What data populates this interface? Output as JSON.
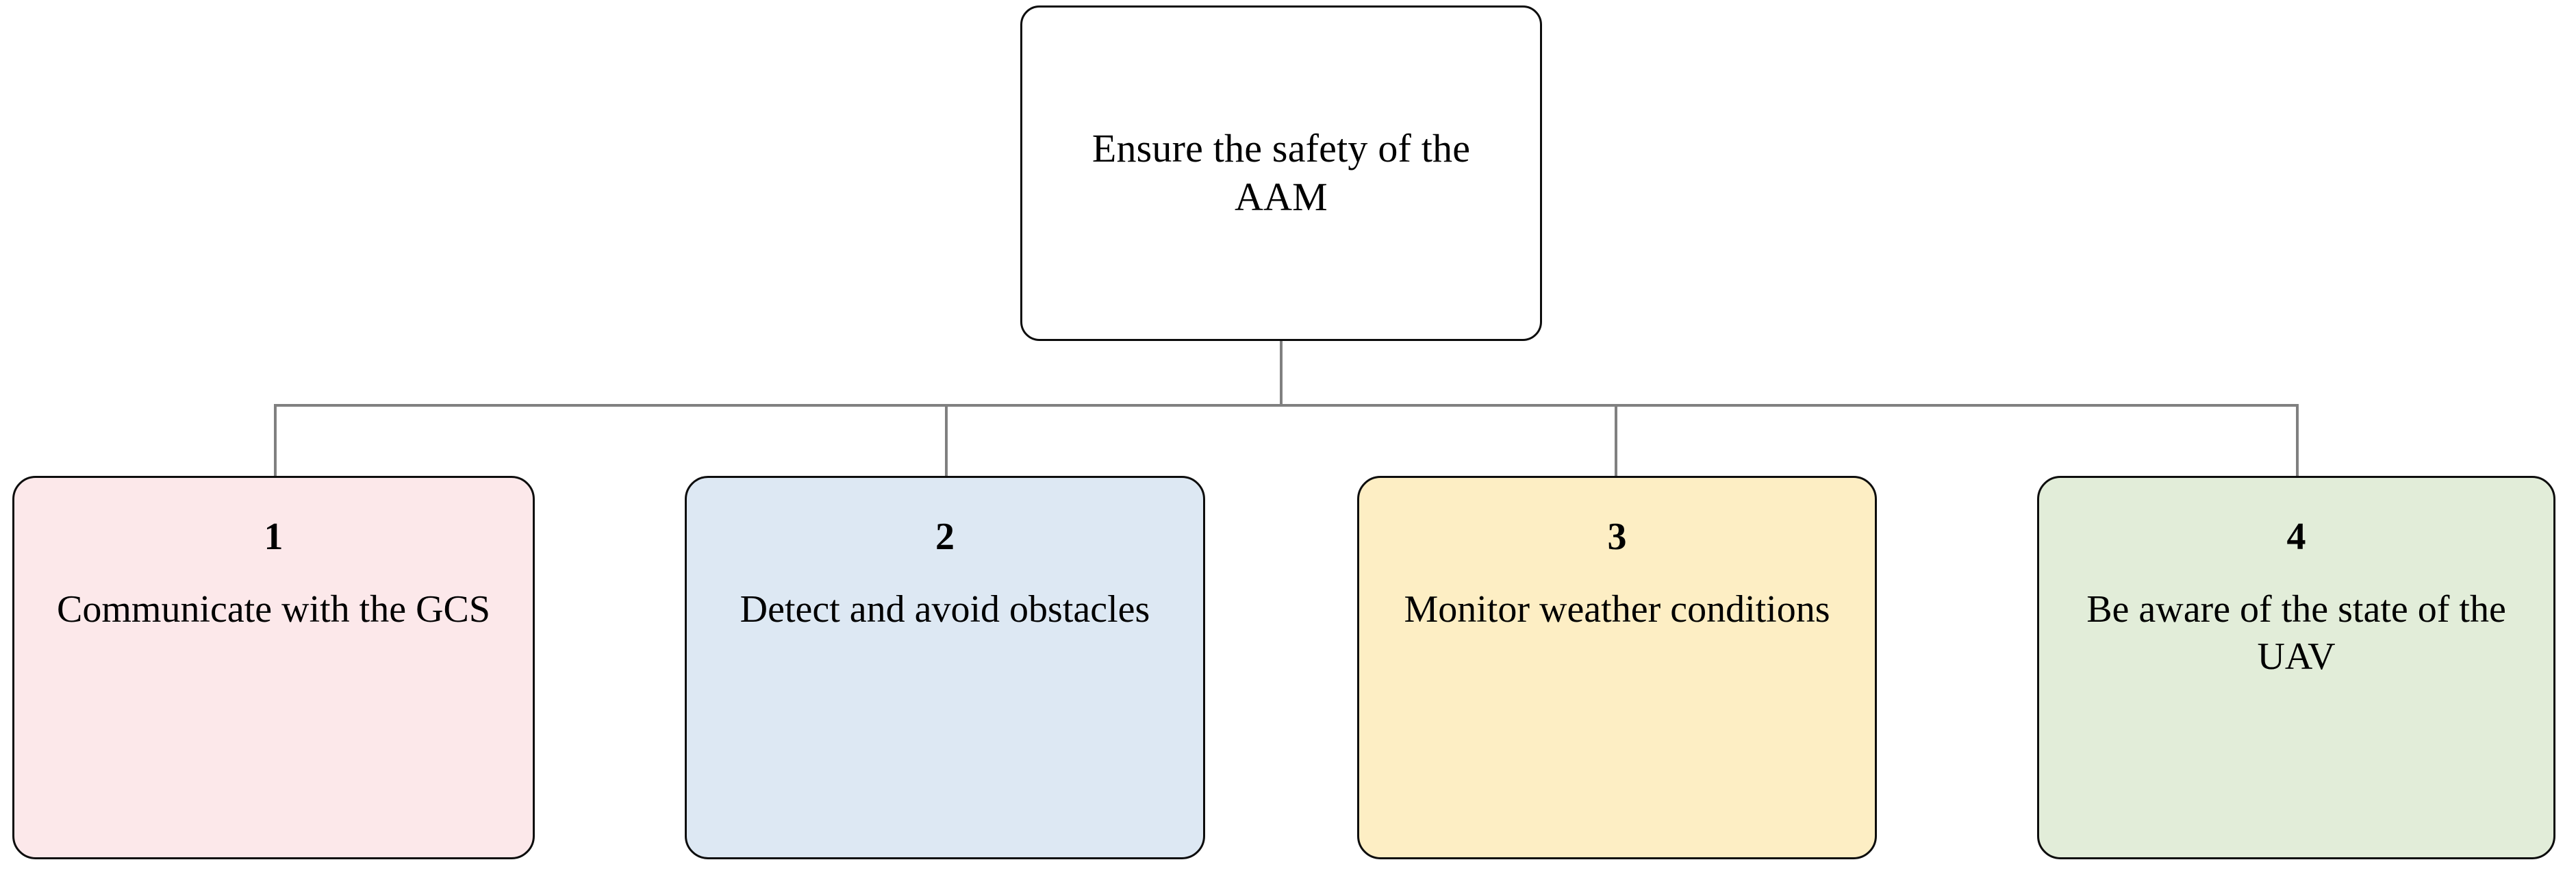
{
  "diagram": {
    "type": "hierarchy-tree",
    "root": {
      "title": "Ensure the safety of the AAM",
      "fill": "#ffffff",
      "border": "#0d0d0d"
    },
    "children": [
      {
        "index": "1",
        "title": "Communicate with the GCS",
        "fill": "#fce8ea",
        "border": "#0d0d0d"
      },
      {
        "index": "2",
        "title": "Detect and avoid obstacles",
        "fill": "#dde8f3",
        "border": "#0d0d0d"
      },
      {
        "index": "3",
        "title": "Monitor weather conditions",
        "fill": "#fdeec4",
        "border": "#0d0d0d"
      },
      {
        "index": "4",
        "title": "Be aware of the state of the UAV",
        "fill": "#e2edd9",
        "border": "#0d0d0d"
      }
    ],
    "connector": {
      "color": "#808080",
      "style": "orthogonal-bus"
    }
  }
}
